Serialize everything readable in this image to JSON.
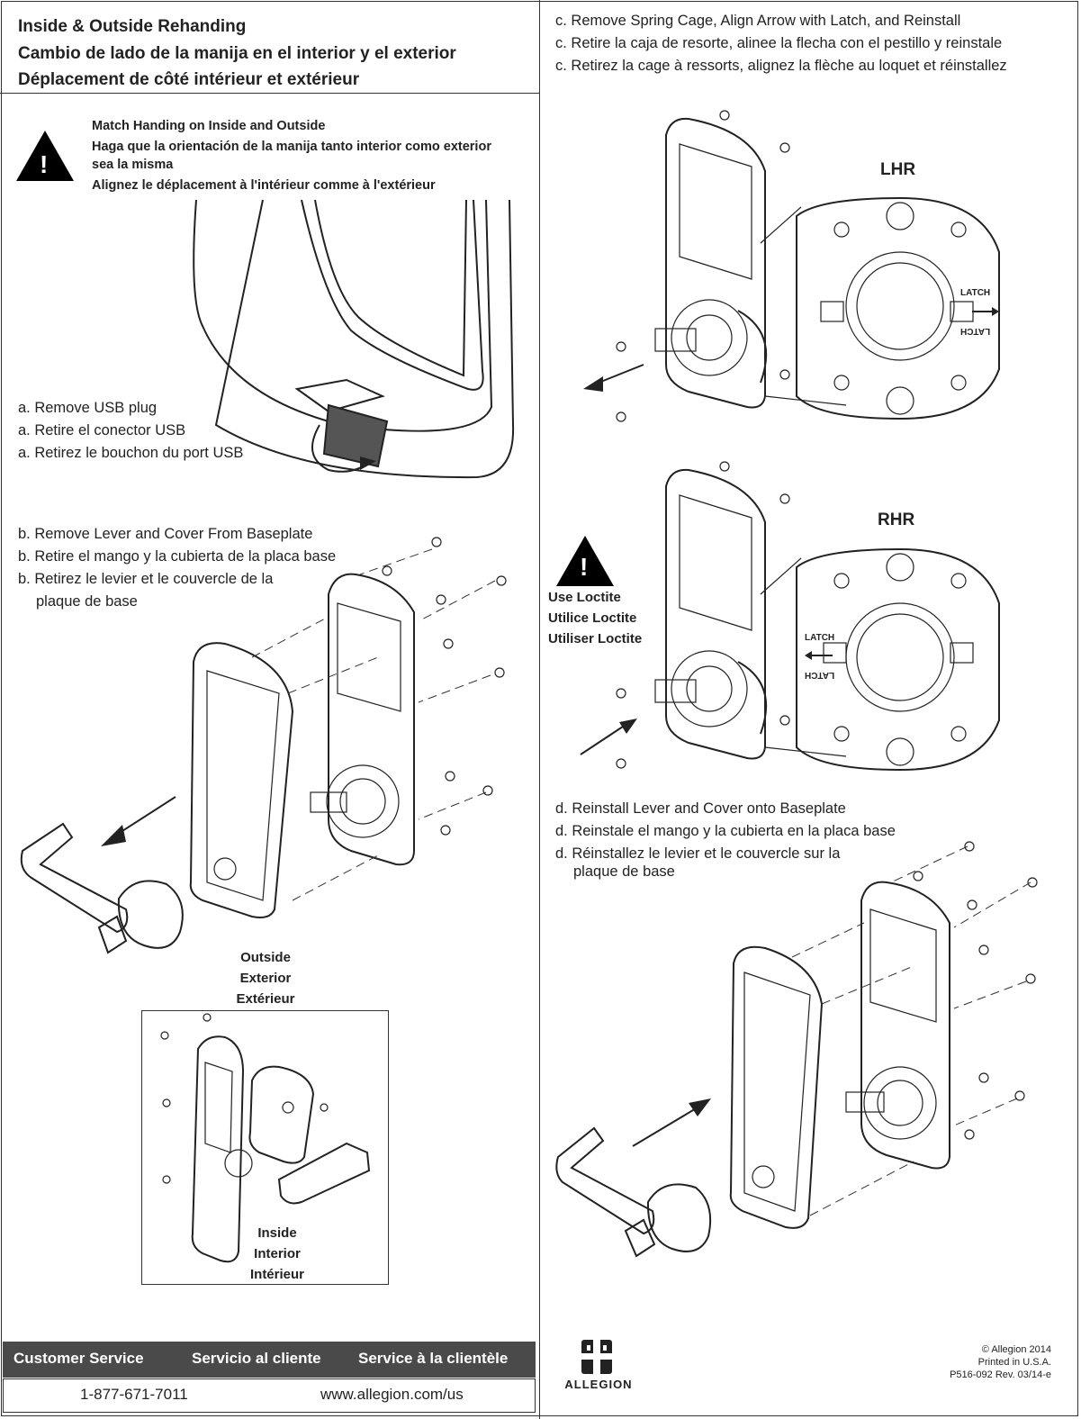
{
  "header": {
    "title_en": "Inside & Outside Rehanding",
    "title_es": "Cambio de lado de la manija en el interior y el exterior",
    "title_fr": "Déplacement de côté intérieur et extérieur"
  },
  "warning": {
    "glyph": "!",
    "line_en": "Match Handing on Inside and Outside",
    "line_es": "Haga que la orientación de la manija tanto interior como exterior sea la misma",
    "line_fr": "Alignez le déplacement à l'intérieur comme à l'extérieur"
  },
  "step_a": {
    "en": "a. Remove USB plug",
    "es": "a. Retire el conector USB",
    "fr": "a. Retirez le bouchon du port USB"
  },
  "step_b": {
    "en": "b. Remove Lever and Cover From Baseplate",
    "es": "b. Retire el mango y la cubierta de la placa base",
    "fr": "b. Retirez le levier et le couvercle de la",
    "fr2": "plaque de base"
  },
  "outside_label": {
    "en": "Outside",
    "es": "Exterior",
    "fr": "Extérieur"
  },
  "inside_label": {
    "en": "Inside",
    "es": "Interior",
    "fr": "Intérieur"
  },
  "step_c": {
    "en": "c. Remove Spring Cage, Align Arrow with Latch, and Reinstall",
    "es": "c. Retire la caja de resorte, alinee la flecha con el pestillo y reinstale",
    "fr": "c. Retirez la cage à ressorts, alignez la flèche au loquet et réinstallez"
  },
  "lhr_label": "LHR",
  "rhr_label": "RHR",
  "latch_text": "LATCH",
  "loctite": {
    "glyph": "!",
    "en": "Use Loctite",
    "es": "Utilice Loctite",
    "fr": "Utiliser Loctite"
  },
  "step_d": {
    "en": "d. Reinstall Lever and Cover onto Baseplate",
    "es": "d. Reinstale el mango y la cubierta en la placa base",
    "fr": "d. Réinstallez le levier et le couvercle sur la",
    "fr2": "plaque de base"
  },
  "footer": {
    "cs_en": "Customer Service",
    "cs_es": "Servicio al cliente",
    "cs_fr": "Service à la clientèle",
    "phone": "1-877-671-7011",
    "url": "www.allegion.com/us",
    "brand": "ALLEGION",
    "copyright": "© Allegion 2014",
    "printed": "Printed in U.S.A.",
    "doc_id": "P516-092 Rev. 03/14-e"
  },
  "colors": {
    "footer_bg": "#4a4a4a",
    "ink": "#222222"
  }
}
